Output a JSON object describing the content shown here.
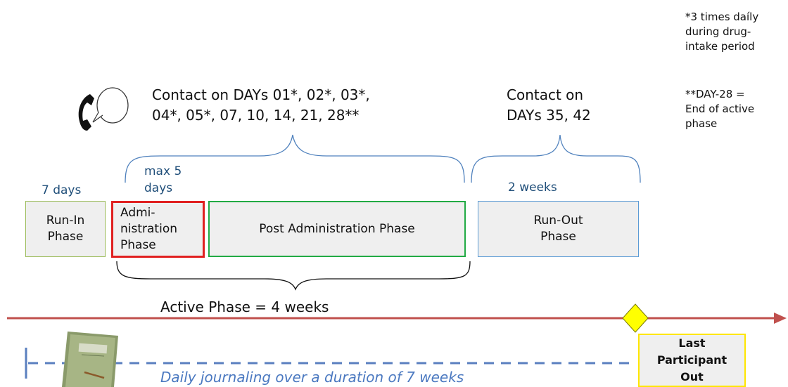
{
  "notes": {
    "drug_intake": "*3 times daíly\nduring drug-\nintake period",
    "day28": "**DAY-28 =\nEnd of active\nphase"
  },
  "contacts": {
    "active": "Contact on DAYs 01*, 02*, 03*,\n04*, 05*, 07, 10, 14, 21, 28**",
    "run_out": "Contact on\nDAYs 35, 42"
  },
  "durations": {
    "run_in": "7 days",
    "administration": "max 5\ndays",
    "run_out": "2 weeks"
  },
  "phases": {
    "run_in": "Run-In\nPhase",
    "administration": "Admi-\nnistration\nPhase",
    "post_administration": "Post Administration Phase",
    "run_out": "Run-Out\nPhase"
  },
  "active_phase_label": "Active Phase =  4 weeks",
  "journaling_label": "Daily journaling over a duration of  7 weeks",
  "milestone_label": "Last\nParticipant\nOut",
  "colors": {
    "timeline": "#c0504d",
    "brace": "#4f81bd",
    "admin_border": "#e02020",
    "post_border": "#22aa44",
    "run_in_border": "#9bbb59",
    "run_out_border": "#5b9bd5",
    "milestone_fill": "#ffff00",
    "dash_line": "#5a7fbf"
  },
  "icons": [
    "phone-speech-icon",
    "journal-book-icon",
    "milestone-diamond-icon"
  ]
}
